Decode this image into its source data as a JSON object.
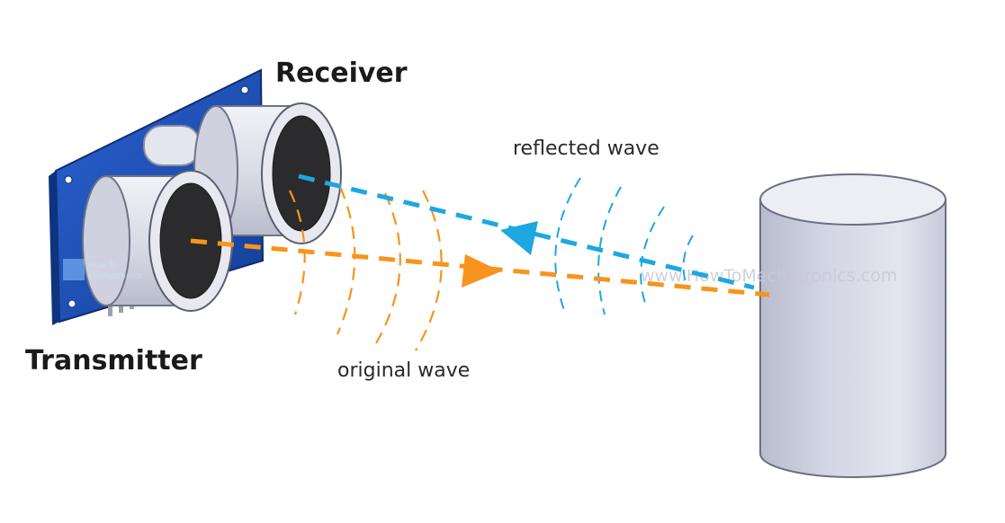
{
  "labels": {
    "receiver": "Receiver",
    "transmitter": "Transmitter",
    "reflected_wave": "reflected wave",
    "original_wave": "original wave"
  },
  "watermark": {
    "url": "www.HowToMechatronics.com",
    "logo_line1": "How To",
    "logo_line2": "Mechatronics"
  },
  "colors": {
    "original_wave": "#f7941d",
    "reflected_wave": "#1ea7e1",
    "board": "#1b4fb8",
    "cylinder_body": "#d9dce8",
    "cylinder_top": "#eceef4"
  }
}
